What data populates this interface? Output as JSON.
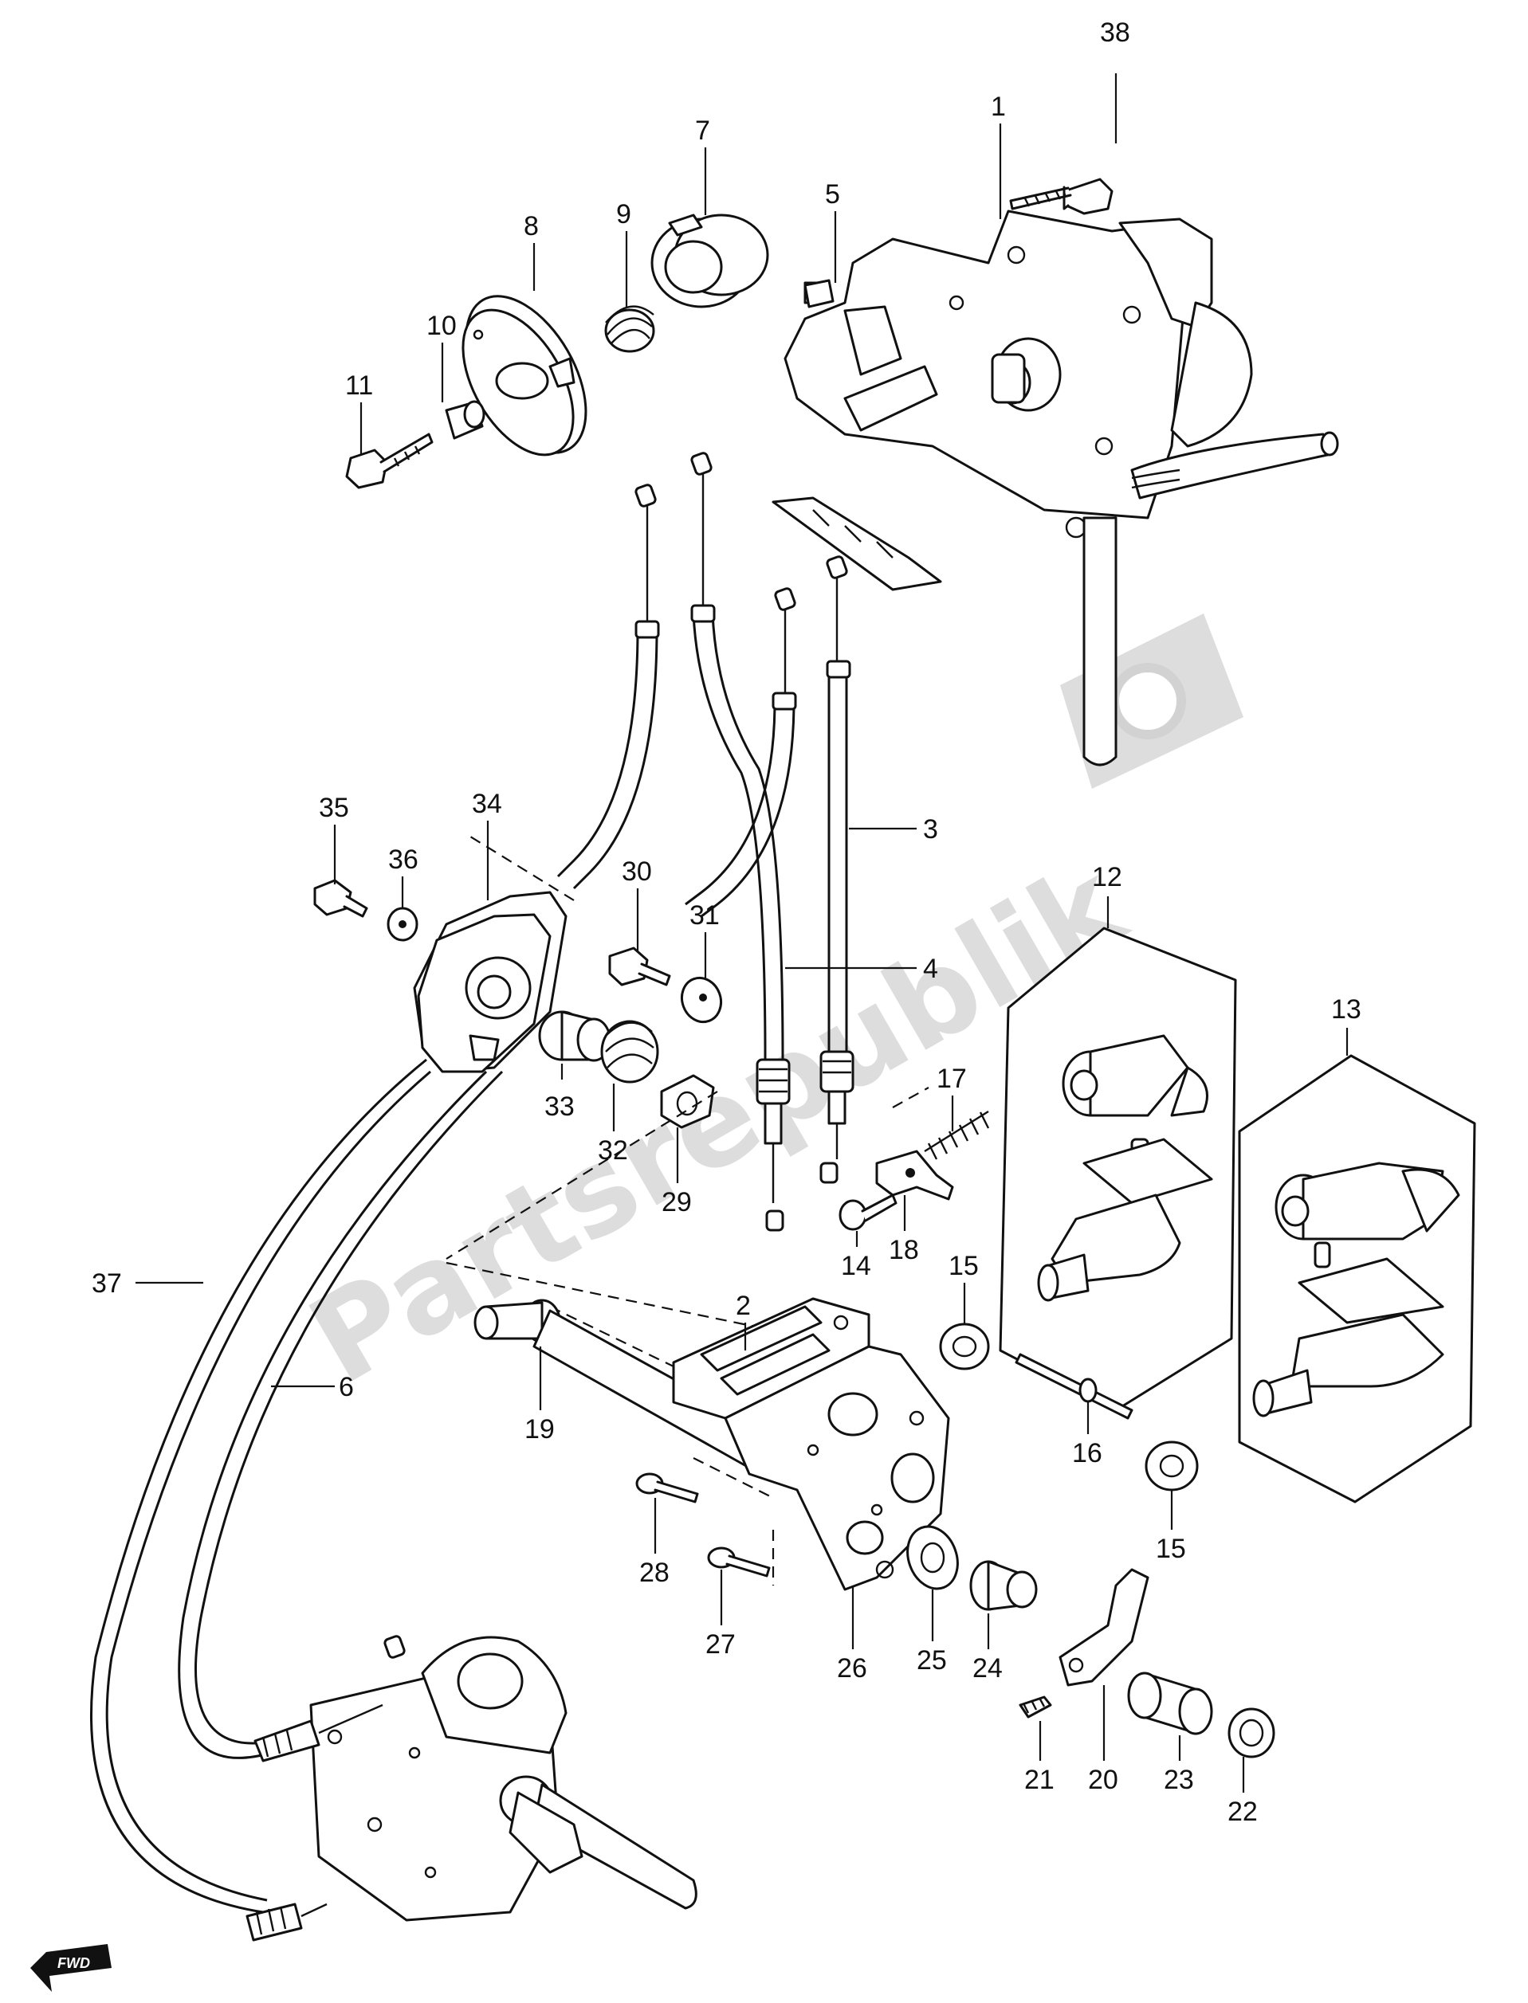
{
  "watermark": {
    "text": "Partsrepublik"
  },
  "orientation_badge": {
    "text": "FWD"
  },
  "callouts": {
    "c1": "1",
    "c2": "2",
    "c3": "3",
    "c4": "4",
    "c5": "5",
    "c6": "6",
    "c7": "7",
    "c8": "8",
    "c9": "9",
    "c10": "10",
    "c11": "11",
    "c12": "12",
    "c13": "13",
    "c14": "14",
    "c15a": "15",
    "c15b": "15",
    "c16": "16",
    "c17": "17",
    "c18": "18",
    "c19": "19",
    "c20": "20",
    "c21": "21",
    "c22": "22",
    "c23": "23",
    "c24": "24",
    "c25": "25",
    "c26": "26",
    "c27": "27",
    "c28": "28",
    "c29": "29",
    "c30": "30",
    "c31": "31",
    "c32": "32",
    "c33": "33",
    "c34": "34",
    "c35": "35",
    "c36": "36",
    "c37": "37",
    "c38": "38"
  },
  "colors": {
    "ink": "#111111",
    "paper": "#ffffff",
    "watermark": "#d2d2d2"
  }
}
